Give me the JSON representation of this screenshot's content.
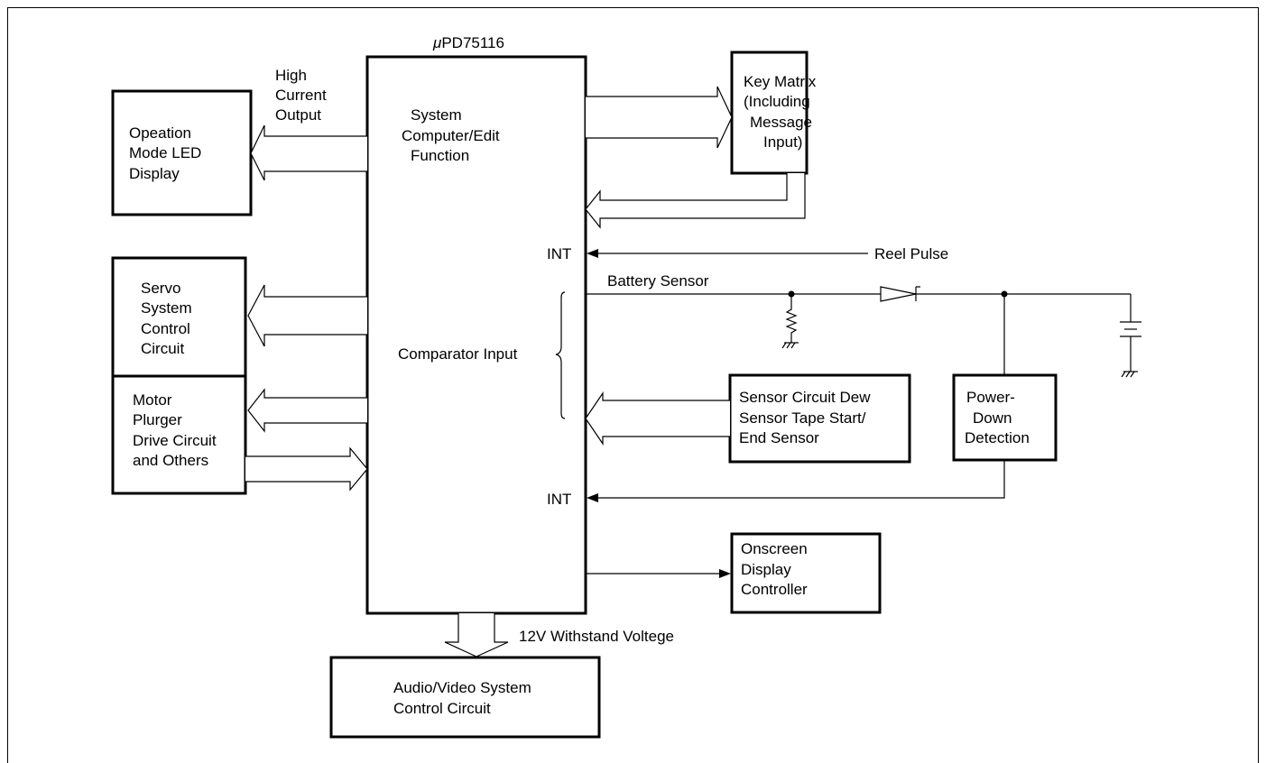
{
  "chip": {
    "name_prefix": "μ",
    "name": "PD75116",
    "function_lines": [
      "System",
      "Computer/Edit",
      "Function"
    ],
    "int_top": "INT",
    "int_bottom": "INT",
    "comparator": "Comparator Input"
  },
  "blocks": {
    "led_display": [
      "Opeation",
      "Mode LED",
      "Display"
    ],
    "servo": [
      "Servo",
      "System",
      "Control",
      "Circuit"
    ],
    "motor": [
      "Motor",
      "Plurger",
      "Drive Circuit",
      "and Others"
    ],
    "key_matrix": [
      "Key Matrix",
      "(Including",
      "Message",
      "Input)"
    ],
    "sensor": [
      "Sensor Circuit Dew",
      "Sensor Tape Start/",
      "End Sensor"
    ],
    "power_down": [
      "Power-",
      "Down",
      "Detection"
    ],
    "onscreen": [
      "Onscreen",
      "Display",
      "Controller"
    ],
    "audio_video": [
      "Audio/Video System",
      "Control Circuit"
    ]
  },
  "labels": {
    "high_current": [
      "High",
      "Current",
      "Output"
    ],
    "reel_pulse": "Reel Pulse",
    "battery_sensor": "Battery Sensor",
    "withstand": "12V Withstand Voltege"
  }
}
